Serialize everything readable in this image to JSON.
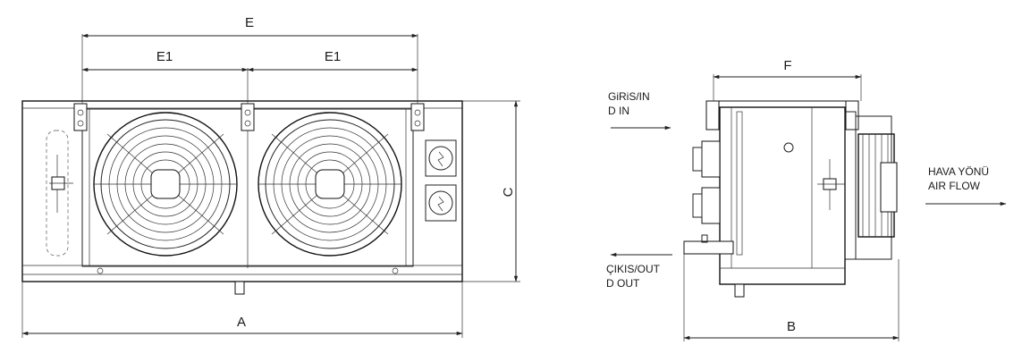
{
  "front_view": {
    "dimensions": {
      "total_width": "E",
      "fan_pitch_left": "E1",
      "fan_pitch_right": "E1",
      "height": "C",
      "overall_length": "A"
    }
  },
  "side_view": {
    "dimensions": {
      "depth": "F",
      "overall_depth": "B"
    },
    "inlet_label_line1": "GiRiS/IN",
    "inlet_label_line2": "D IN",
    "outlet_label_line1": "ÇIKIS/OUT",
    "outlet_label_line2": "D OUT",
    "airflow_label_line1": "HAVA YÖNÜ",
    "airflow_label_line2": "AIR FLOW"
  }
}
